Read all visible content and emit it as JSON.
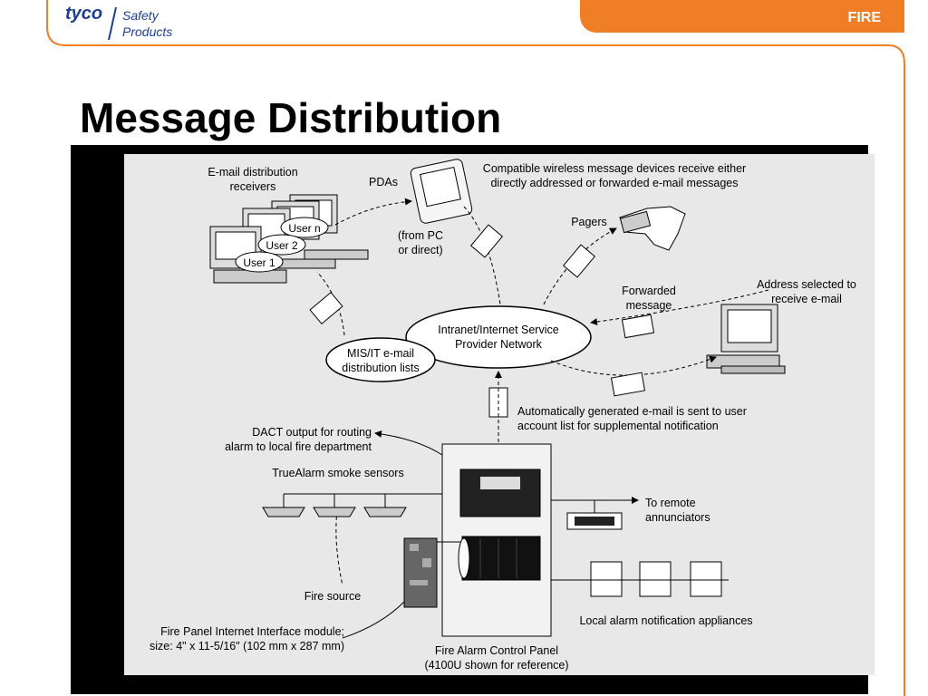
{
  "header": {
    "brand": "tyco",
    "brand_sub_line1": "Safety",
    "brand_sub_line2": "Products",
    "section_tab": "FIRE",
    "accent_color": "#f07e26",
    "brand_color": "#1c3f94"
  },
  "slide": {
    "title": "Message Distribution"
  },
  "diagram": {
    "email_receivers": "E-mail distribution\nreceivers",
    "user_n": "User n",
    "user_2": "User 2",
    "user_1": "User 1",
    "pdas": "PDAs",
    "from_pc": "(from PC\nor direct)",
    "compatible_devices": "Compatible wireless message devices receive either\ndirectly addressed or forwarded e-mail messages",
    "pagers": "Pagers",
    "forwarded_message": "Forwarded\nmessage",
    "address_selected": "Address selected to\nreceive e-mail",
    "network": "Intranet/Internet Service\nProvider Network",
    "mis_lists": "MIS/IT e-mail\ndistribution lists",
    "auto_email": "Automatically generated e-mail is sent to user\naccount list for supplemental notification",
    "dact_output": "DACT output for routing\nalarm to local fire department",
    "truealarm": "TrueAlarm smoke sensors",
    "to_remote": "To remote\nannunciators",
    "fire_source": "Fire source",
    "local_alarm": "Local alarm notification appliances",
    "interface_module": "Fire Panel Internet Interface module;\nsize: 4\" x 11-5/16\" (102 mm x 287 mm)",
    "control_panel": "Fire Alarm Control Panel\n(4100U shown for reference)"
  }
}
